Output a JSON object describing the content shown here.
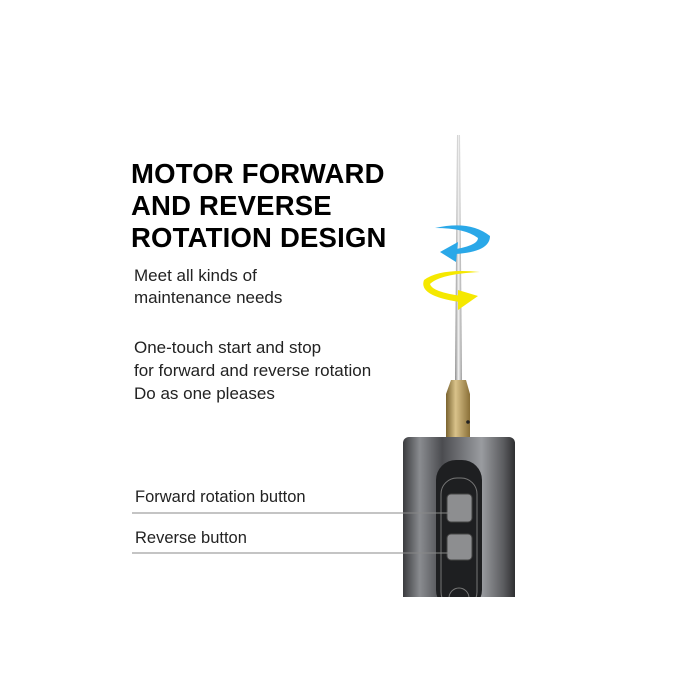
{
  "headline": [
    "MOTOR FORWARD",
    "AND REVERSE",
    "ROTATION DESIGN"
  ],
  "subtitle": [
    "Meet all kinds of",
    "maintenance needs"
  ],
  "description": [
    "One-touch start and stop",
    "for forward and reverse rotation",
    "Do as one pleases"
  ],
  "callouts": {
    "forward": "Forward rotation button",
    "reverse": "Reverse button"
  },
  "colors": {
    "blue_arrow": "#2aa8e8",
    "yellow_arrow": "#f5e800",
    "brass": "#b79a5a",
    "body": "#5d5f63"
  }
}
